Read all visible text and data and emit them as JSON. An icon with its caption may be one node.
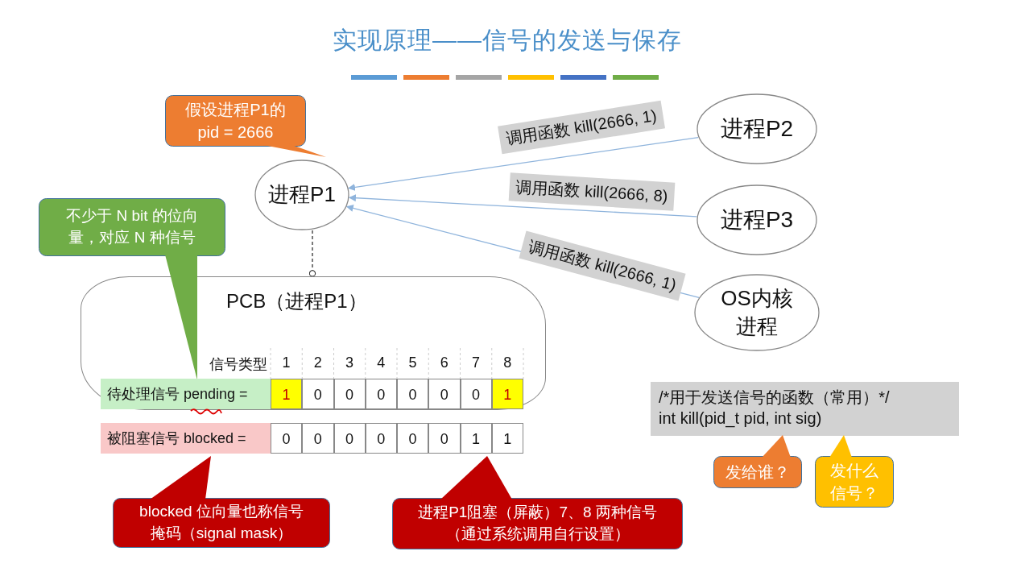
{
  "diagram": {
    "title": "实现原理——信号的发送与保存",
    "nodes": [
      {
        "text": [
          "进程P1"
        ]
      },
      {
        "text": [
          "进程P2"
        ]
      },
      {
        "text": [
          "进程P3"
        ]
      },
      {
        "text": [
          "OS内核进程"
        ]
      },
      {
        "text": [
          "PCB（进程P1）"
        ]
      },
      {
        "text": [
          "假设进程P1的 pid = 2666"
        ]
      },
      {
        "text": [
          "不少于 N bit 的位向量，对应 N 种信号"
        ]
      },
      {
        "text": [
          "blocked 位向量也称信号掩码（signal mask）"
        ]
      },
      {
        "text": [
          "进程P1阻塞（屏蔽）7、8 两种信号（通过系统调用自行设置）"
        ]
      },
      {
        "text": [
          "/*用于发送信号的函数（常用）*/",
          "int kill(pid_t pid, int sig)"
        ]
      },
      {
        "text": [
          "发给谁？"
        ]
      },
      {
        "text": [
          "发什么信号？"
        ]
      }
    ],
    "edges": [
      {
        "from": 1,
        "to": 0,
        "arrow": "to",
        "label": "调用函数 kill(2666, 1)"
      },
      {
        "from": 2,
        "to": 0,
        "arrow": "to",
        "label": "调用函数 kill(2666, 8)"
      },
      {
        "from": 3,
        "to": 0,
        "arrow": "to",
        "label": "调用函数 kill(2666, 1)"
      },
      {
        "from": 0,
        "to": 4,
        "arrow": "other",
        "style": "dashed",
        "color": "#333333"
      }
    ],
    "labels": [
      "信号类型",
      "1",
      "2",
      "3",
      "4",
      "5",
      "6",
      "7",
      "8",
      "待处理信号 pending =",
      "1",
      "0",
      "0",
      "0",
      "0",
      "0",
      "0",
      "1",
      "被阻塞信号 blocked =",
      "0",
      "0",
      "0",
      "0",
      "0",
      "0",
      "1",
      "1"
    ]
  }
}
